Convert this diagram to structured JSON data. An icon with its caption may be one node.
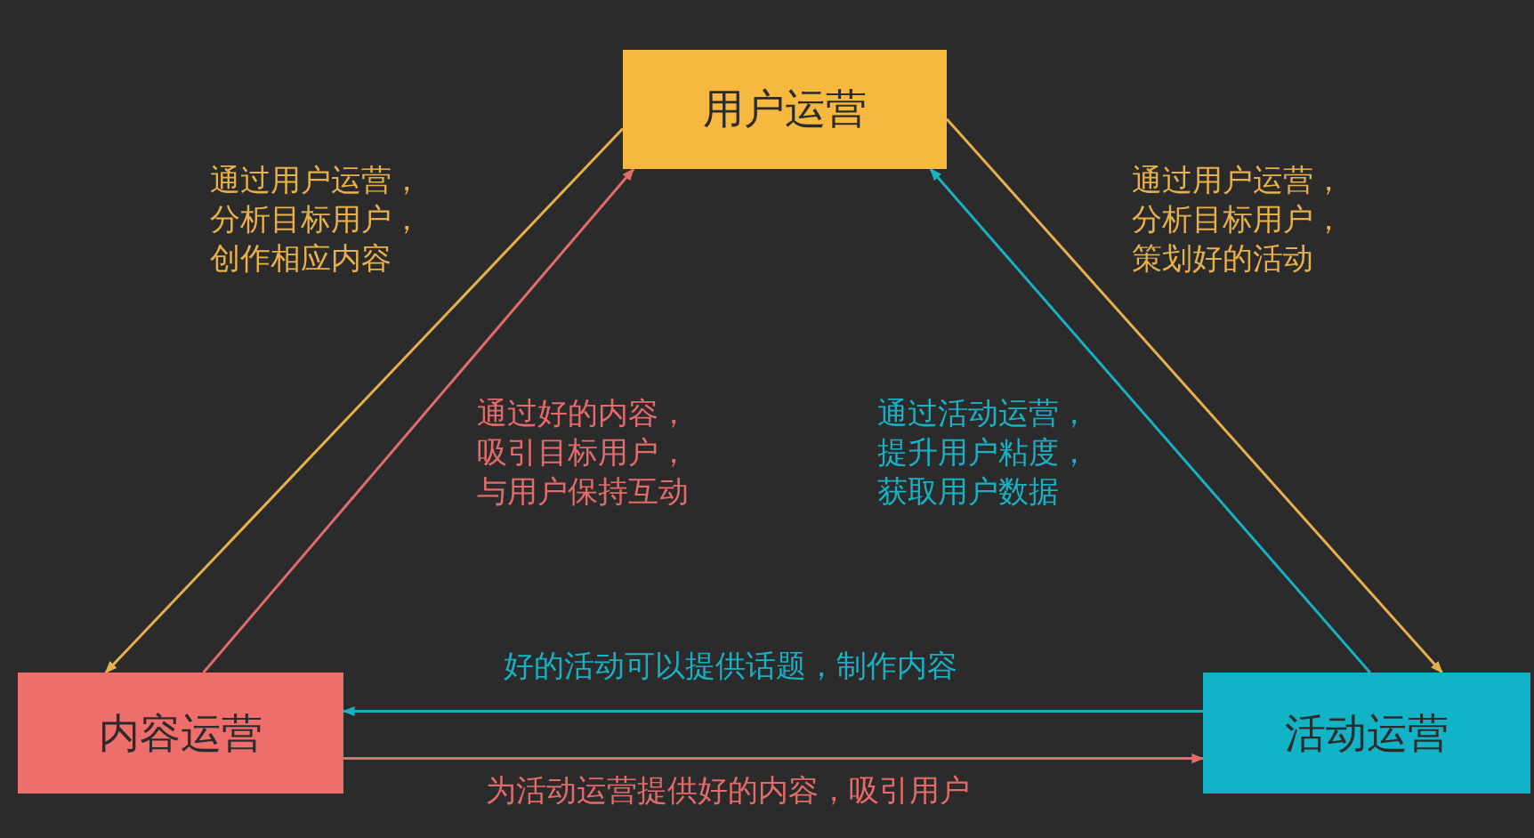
{
  "diagram": {
    "nodes": [
      {
        "text": [
          "用户运营"
        ]
      },
      {
        "text": [
          "内容运营"
        ]
      },
      {
        "text": [
          "活动运营"
        ]
      }
    ],
    "edges": [
      {
        "from": 0,
        "to": 1,
        "arrow": "to",
        "label": "通过用户运营，分析目标用户，创作相应内容",
        "color": "#e8b04a"
      },
      {
        "from": 1,
        "to": 0,
        "arrow": "to",
        "label": "通过好的内容，吸引目标用户，与用户保持互动",
        "color": "#e46b6b"
      },
      {
        "from": 0,
        "to": 2,
        "arrow": "to",
        "label": "通过用户运营，分析目标用户，策划好的活动",
        "color": "#e8b04a"
      },
      {
        "from": 2,
        "to": 0,
        "arrow": "to",
        "label": "通过活动运营，提升用户粘度，获取用户数据",
        "color": "#1ab0c4"
      },
      {
        "from": 2,
        "to": 1,
        "arrow": "to",
        "label": "好的活动可以提供话题，制作内容",
        "color": "#1ab0c4"
      },
      {
        "from": 1,
        "to": 2,
        "arrow": "to",
        "label": "为活动运营提供好的内容，吸引用户",
        "color": "#e46b6b"
      }
    ]
  }
}
